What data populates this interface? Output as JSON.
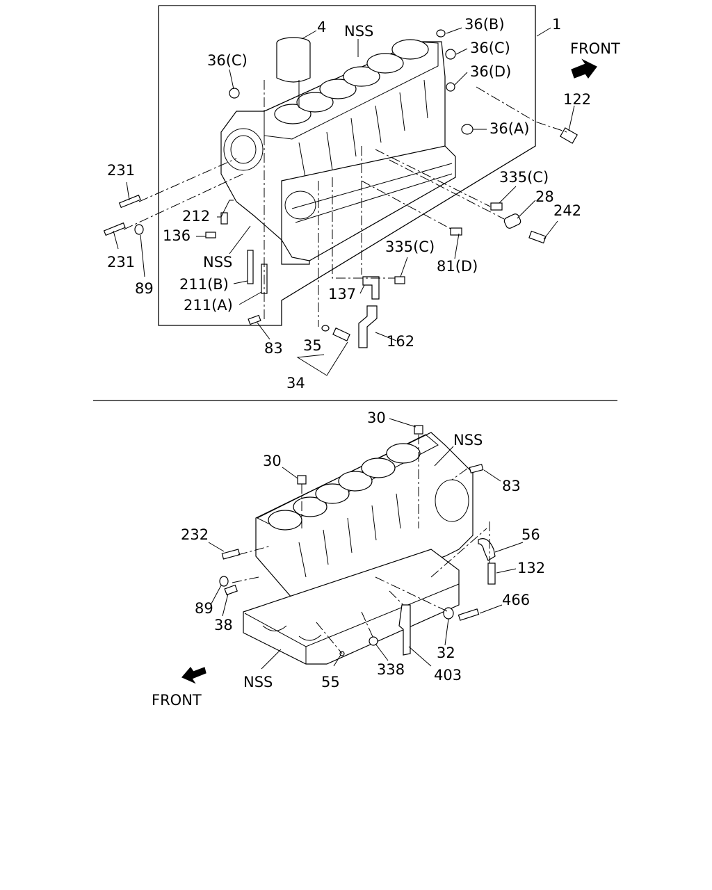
{
  "top": {
    "front_label": "FRONT",
    "callouts": {
      "c1": "1",
      "c4": "4",
      "nss_top": "NSS",
      "c36b": "36(B)",
      "c36c_right": "36(C)",
      "c36d": "36(D)",
      "c36c_left": "36(C)",
      "c36a": "36(A)",
      "c122": "122",
      "c231_upper": "231",
      "c231_lower": "231",
      "c212": "212",
      "c136": "136",
      "nss_left": "NSS",
      "c211b": "211(B)",
      "c211a": "211(A)",
      "c89": "89",
      "c83": "83",
      "c335c_upper": "335(C)",
      "c28": "28",
      "c242": "242",
      "c335c_lower": "335(C)",
      "c81d": "81(D)",
      "c137": "137",
      "c162": "162",
      "c35": "35",
      "c34": "34"
    }
  },
  "bottom": {
    "front_label": "FRONT",
    "callouts": {
      "c30_top": "30",
      "nss_top": "NSS",
      "c30_left": "30",
      "c83": "83",
      "c232": "232",
      "c56": "56",
      "c132": "132",
      "c89": "89",
      "c38": "38",
      "c466": "466",
      "c32": "32",
      "c338": "338",
      "c403": "403",
      "nss_bottom": "NSS",
      "c55": "55"
    }
  },
  "icons": [
    "front-arrow-icon",
    "front-arrow-icon"
  ]
}
